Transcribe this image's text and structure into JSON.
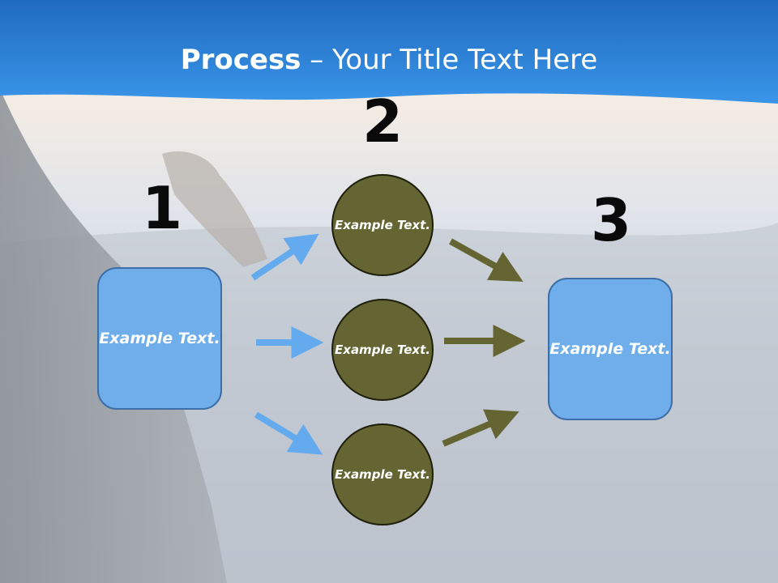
{
  "title": {
    "bold": "Process",
    "rest": " – Your Title Text Here"
  },
  "steps": {
    "one": {
      "number": "1",
      "text": "Example Text."
    },
    "two": {
      "number": "2"
    },
    "three": {
      "number": "3",
      "text": "Example Text."
    }
  },
  "circles": [
    {
      "text": "Example Text."
    },
    {
      "text": "Example Text."
    },
    {
      "text": "Example Text."
    }
  ],
  "colors": {
    "header_blue": "#2a7ed4",
    "box_fill": "#6faeea",
    "box_border": "#3d6ea8",
    "circle_fill": "#646532",
    "arrow_blue": "#64aaee",
    "arrow_olive": "#646532"
  }
}
